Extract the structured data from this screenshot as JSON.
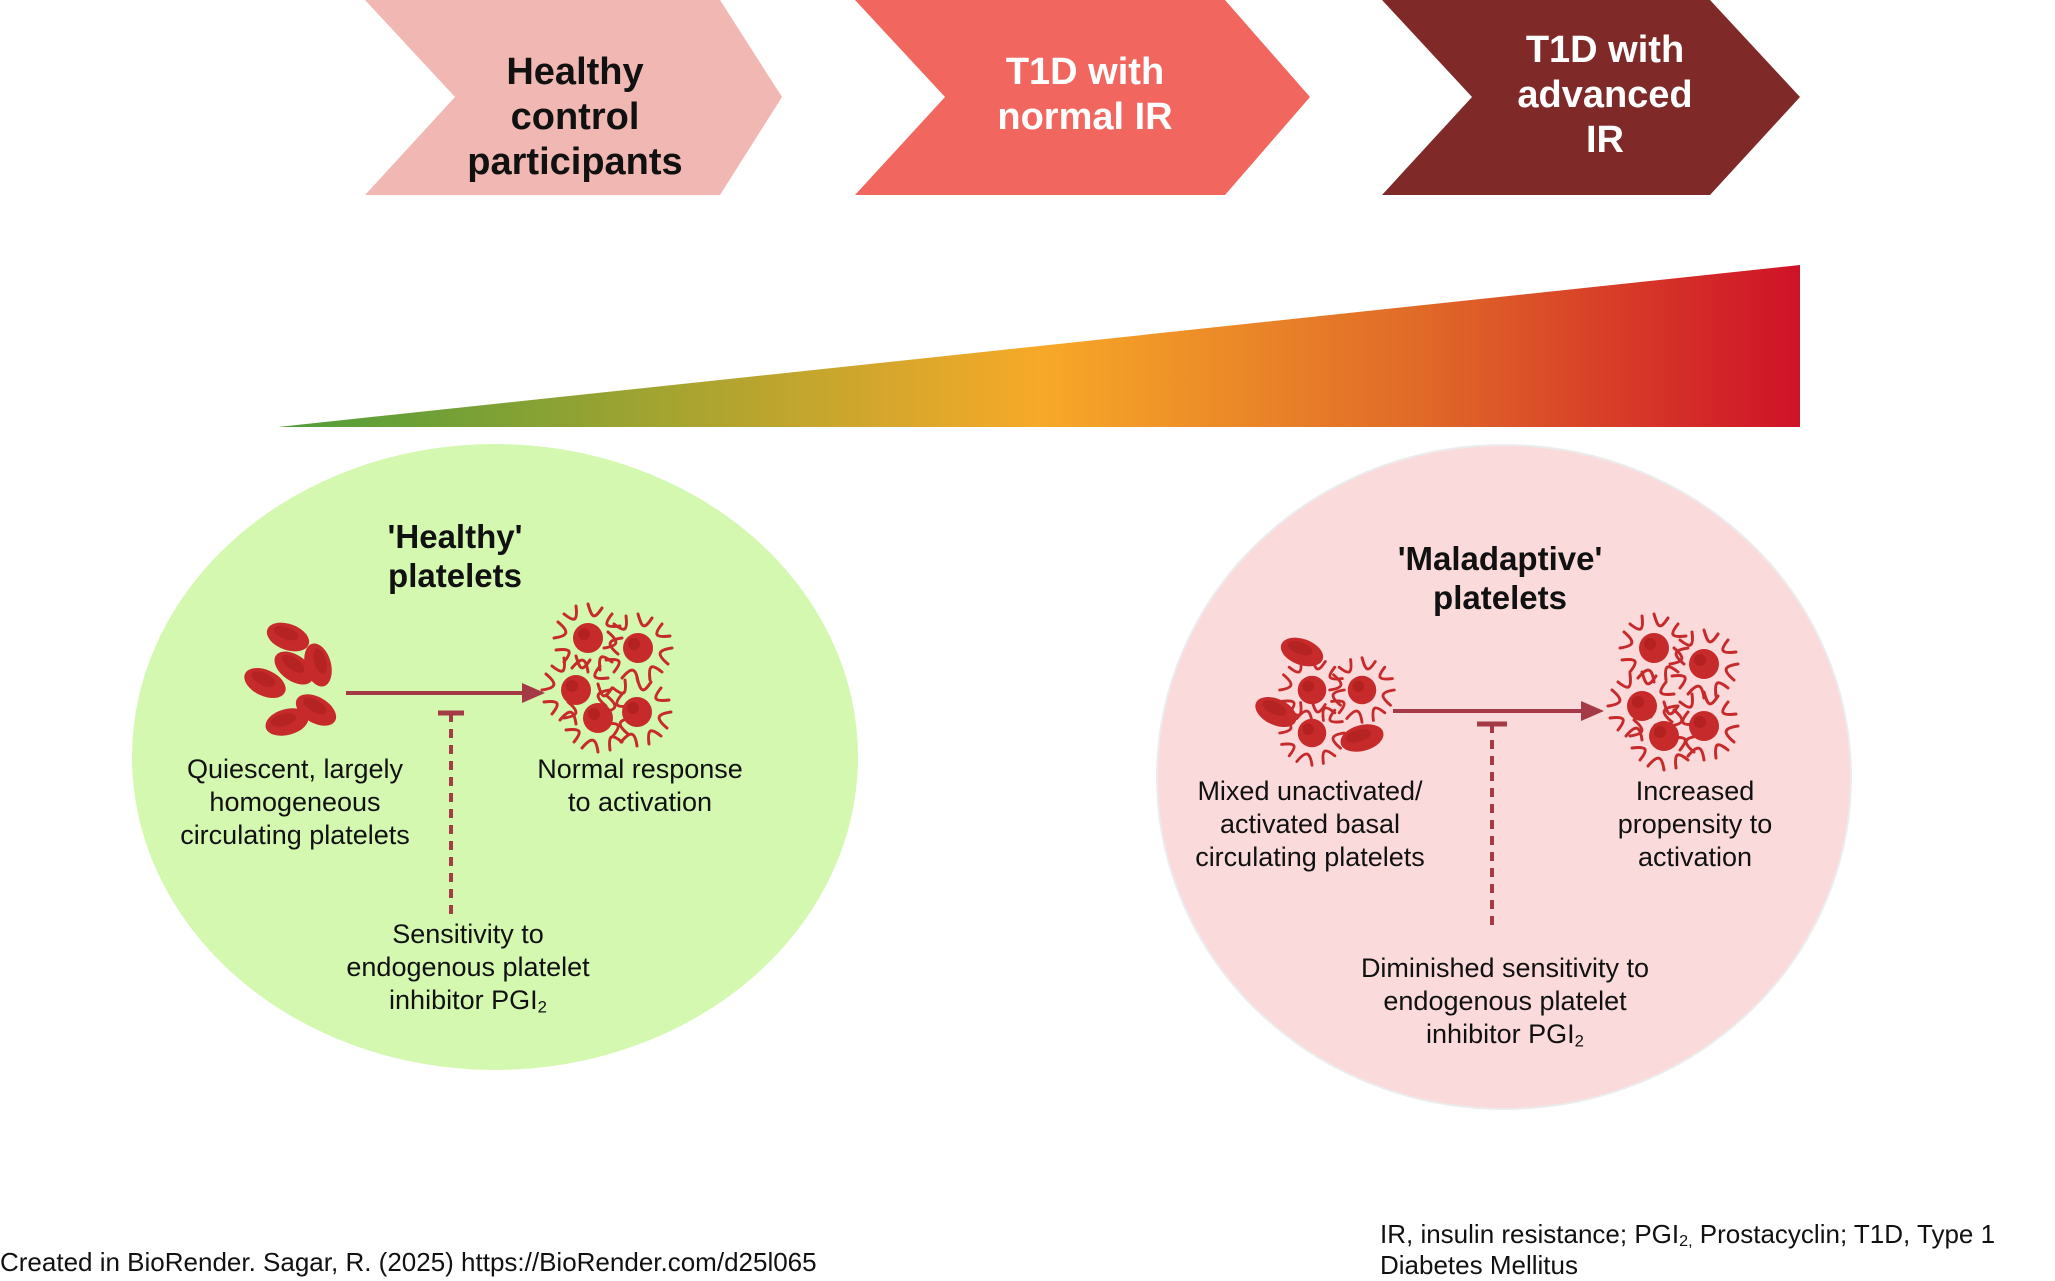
{
  "stages": [
    {
      "label": "Healthy control participants",
      "lines": [
        "Healthy",
        "control",
        "participants"
      ]
    },
    {
      "label": "T1D with normal IR",
      "lines": [
        "T1D with",
        "normal IR"
      ]
    },
    {
      "label": "T1D with advanced IR",
      "lines": [
        "T1D with",
        "advanced",
        "IR"
      ]
    }
  ],
  "colors": {
    "stage1": "#f0b7b3",
    "stage2": "#f1665f",
    "stage3": "#7f2929",
    "gradient": [
      "#4e9e3a",
      "#f7a928",
      "#e06a28",
      "#cf1228"
    ],
    "healthy_circle": "#d4f8b0",
    "maladaptive_circle": "#fadadb",
    "platelet": "#c72a2a",
    "arrow": "#a33a45"
  },
  "healthy": {
    "title_lines": [
      "'Healthy'",
      "platelets"
    ],
    "left_caption": [
      "Quiescent, largely",
      "homogeneous",
      "circulating platelets"
    ],
    "right_caption": [
      "Normal response",
      "to activation"
    ],
    "inhibitor_lines": [
      "Sensitivity to",
      "endogenous platelet",
      "inhibitor PGI"
    ],
    "inhibitor_sub": "2"
  },
  "maladaptive": {
    "title_lines": [
      "'Maladaptive'",
      "platelets"
    ],
    "left_caption": [
      "Mixed unactivated/",
      "activated basal",
      "circulating platelets"
    ],
    "right_caption": [
      "Increased",
      "propensity to",
      "activation"
    ],
    "inhibitor_lines": [
      "Diminished sensitivity to",
      "endogenous platelet",
      "inhibitor PGI"
    ],
    "inhibitor_sub": "2"
  },
  "footer": {
    "credit": "Created in BioRender. Sagar, R. (2025) https://BioRender.com/d25l065",
    "legend_a": "IR, insulin resistance; PGI",
    "legend_sub": "2,",
    "legend_b": " Prostacyclin; T1D, Type 1",
    "legend_line2": "Diabetes Mellitus"
  }
}
